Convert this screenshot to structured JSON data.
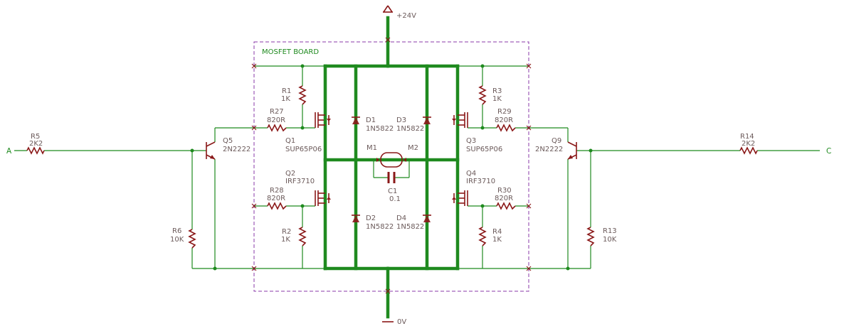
{
  "board_title": "MOSFET BOARD",
  "supply": {
    "top": "+24V",
    "bottom": "0V"
  },
  "inputs": {
    "left": "A",
    "right": "C"
  },
  "resistors": {
    "r1": {
      "ref": "R1",
      "val": "1K"
    },
    "r2": {
      "ref": "R2",
      "val": "1K"
    },
    "r3": {
      "ref": "R3",
      "val": "1K"
    },
    "r4": {
      "ref": "R4",
      "val": "1K"
    },
    "r5": {
      "ref": "R5",
      "val": "2K2"
    },
    "r6": {
      "ref": "R6",
      "val": "10K"
    },
    "r13": {
      "ref": "R13",
      "val": "10K"
    },
    "r14": {
      "ref": "R14",
      "val": "2K2"
    },
    "r27": {
      "ref": "R27",
      "val": "820R"
    },
    "r28": {
      "ref": "R28",
      "val": "820R"
    },
    "r29": {
      "ref": "R29",
      "val": "820R"
    },
    "r30": {
      "ref": "R30",
      "val": "820R"
    }
  },
  "transistors": {
    "q1": {
      "ref": "Q1",
      "val": "SUP65P06"
    },
    "q2": {
      "ref": "Q2",
      "val": "IRF3710"
    },
    "q3": {
      "ref": "Q3",
      "val": "SUP65P06"
    },
    "q4": {
      "ref": "Q4",
      "val": "IRF3710"
    },
    "q5": {
      "ref": "Q5",
      "val": "2N2222"
    },
    "q9": {
      "ref": "Q9",
      "val": "2N2222"
    }
  },
  "diodes": {
    "d1": {
      "ref": "D1",
      "val": "1N5822"
    },
    "d2": {
      "ref": "D2",
      "val": "1N5822"
    },
    "d3": {
      "ref": "D3",
      "val": "1N5822"
    },
    "d4": {
      "ref": "D4",
      "val": "1N5822"
    }
  },
  "motor": {
    "m1": "M1",
    "m2": "M2"
  },
  "capacitor": {
    "ref": "C1",
    "val": "0.1"
  }
}
